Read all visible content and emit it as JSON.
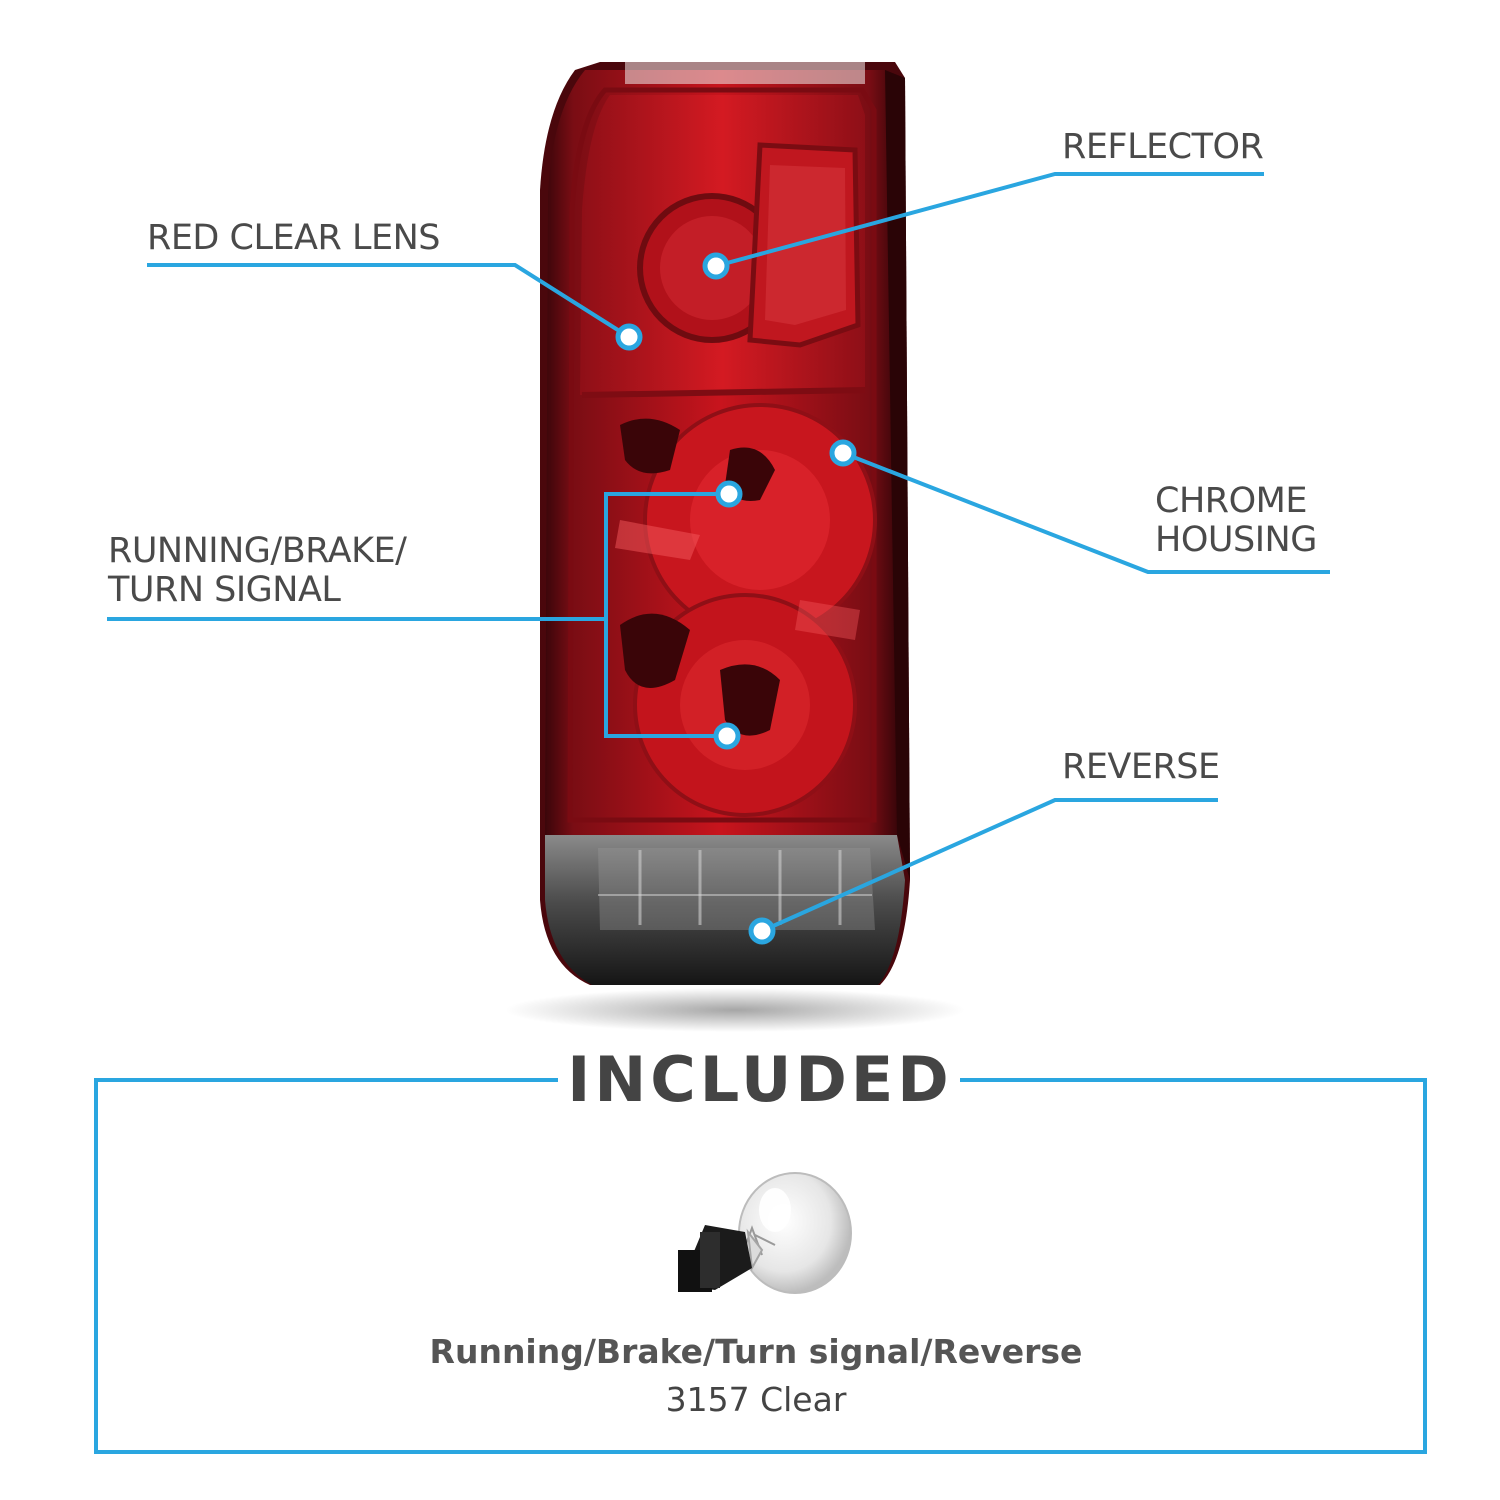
{
  "callouts": {
    "reflector": "REFLECTOR",
    "red_clear_lens": "RED CLEAR LENS",
    "chrome_housing_line1": "CHROME",
    "chrome_housing_line2": "HOUSING",
    "running_line1": "RUNNING/BRAKE/",
    "running_line2": "TURN SIGNAL",
    "reverse": "REVERSE"
  },
  "included": {
    "title": "INCLUDED",
    "bulb_name": "Running/Brake/Turn signal/Reverse",
    "bulb_spec": "3157 Clear"
  },
  "colors": {
    "accent": "#2aa6e0",
    "lens_red": "#c3141c",
    "lens_dark_red": "#5a0a10",
    "smoke": "#2b2b2b",
    "text": "#4a4a4a"
  }
}
